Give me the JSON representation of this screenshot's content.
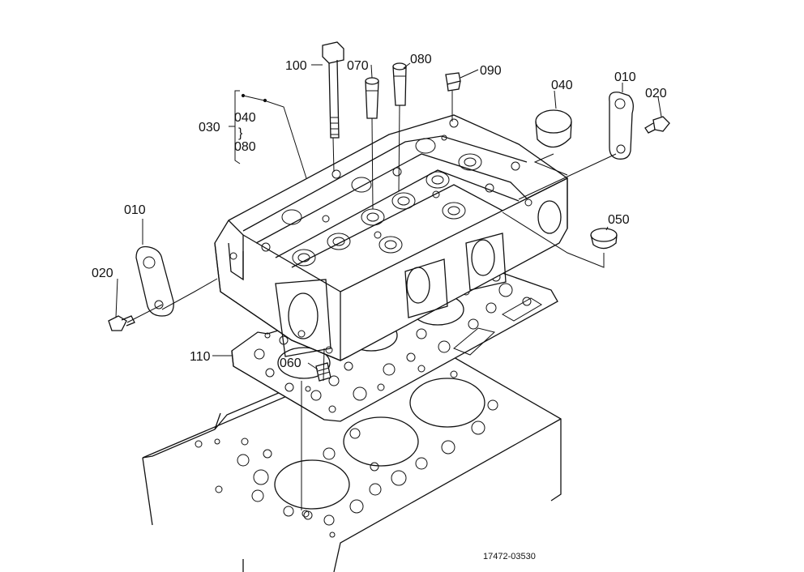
{
  "labels": {
    "l100": "100",
    "l070": "070",
    "l080_top": "080",
    "l090": "090",
    "l040_right": "040",
    "l010_right": "010",
    "l020_right": "020",
    "l030": "030",
    "l040_group": "040",
    "l080_group": "080",
    "l010_left": "010",
    "l020_left": "020",
    "l050": "050",
    "l110": "110",
    "l060": "060"
  },
  "reference": "17472-03530"
}
